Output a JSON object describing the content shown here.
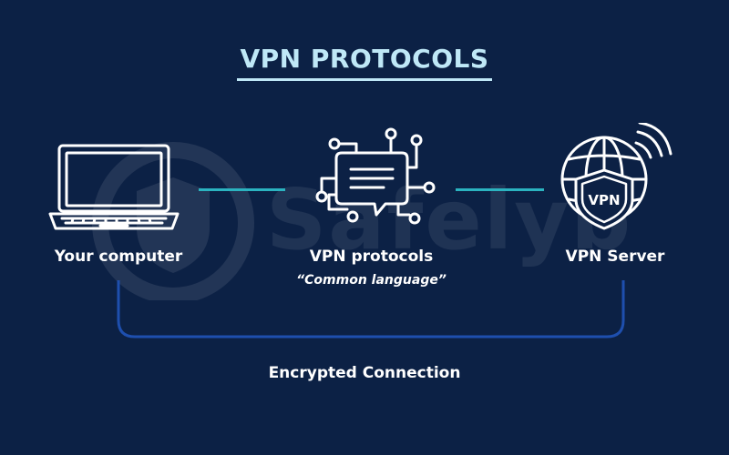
{
  "title": "VPN PROTOCOLS",
  "watermark": "Safelyb",
  "nodes": [
    {
      "label": "Your computer",
      "icon": "laptop-icon"
    },
    {
      "label": "VPN protocols",
      "sublabel": "“Common language”",
      "icon": "circuit-chat-icon"
    },
    {
      "label": "VPN Server",
      "icon": "vpn-globe-shield-icon",
      "badge": "VPN"
    }
  ],
  "footer": "Encrypted Connection",
  "colors": {
    "background": "#0c2145",
    "title": "#bfe8f7",
    "connector": "#2bb3c0",
    "bracket": "#1e4fae",
    "icon_stroke": "#ffffff"
  }
}
